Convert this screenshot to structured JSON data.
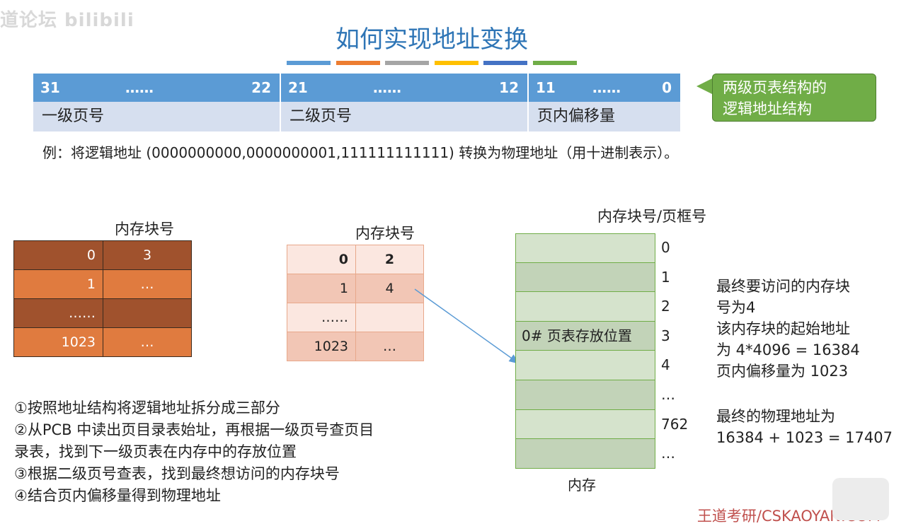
{
  "watermark": "道论坛 bilibili",
  "title": "如何实现地址变换",
  "color_bars": [
    "#5b9bd5",
    "#ed7d31",
    "#a5a5a5",
    "#ffc000",
    "#4472c4",
    "#70ad47"
  ],
  "address_structure": {
    "segments": [
      {
        "hi": "31",
        "dots": "……",
        "lo": "22",
        "name": "一级页号"
      },
      {
        "hi": "21",
        "dots": "……",
        "lo": "12",
        "name": "二级页号"
      },
      {
        "hi": "11",
        "dots": "……",
        "lo": "0",
        "name": "页内偏移量"
      }
    ],
    "callout": [
      "两级页表结构的",
      "逻辑地址结构"
    ]
  },
  "example": "例：将逻辑地址 (0000000000,0000000001,111111111111) 转换为物理地址（用十进制表示）。",
  "table1": {
    "caption": "内存块号",
    "rows": [
      [
        "0",
        "3"
      ],
      [
        "1",
        "…"
      ],
      [
        "……",
        ""
      ],
      [
        "1023",
        "…"
      ]
    ]
  },
  "table2": {
    "caption": "内存块号",
    "rows": [
      [
        "0",
        "2"
      ],
      [
        "1",
        "4"
      ],
      [
        "……",
        ""
      ],
      [
        "1023",
        "…"
      ]
    ]
  },
  "memory": {
    "caption": "内存块号/页框号",
    "label": "内存",
    "highlight_text": "0# 页表存放位置",
    "block_labels": [
      "0",
      "1",
      "2",
      "3",
      "4",
      "…",
      "762",
      "…"
    ]
  },
  "steps": [
    "①按照地址结构将逻辑地址拆分成三部分",
    "②从PCB 中读出页目录表始址，再根据一级页号查页目",
    "录表，找到下一级页表在内存中的存放位置",
    "③根据二级页号查表，找到最终想访问的内存块号",
    "④结合页内偏移量得到物理地址"
  ],
  "result": {
    "lines_a": [
      "最终要访问的内存块",
      "号为4",
      "该内存块的起始地址",
      "为 4*4096 = 16384",
      "页内偏移量为 1023"
    ],
    "lines_b": [
      "最终的物理地址为",
      "16384 + 1023 = 17407"
    ]
  },
  "footer": "王道考研/CSKAOYAN.COM"
}
